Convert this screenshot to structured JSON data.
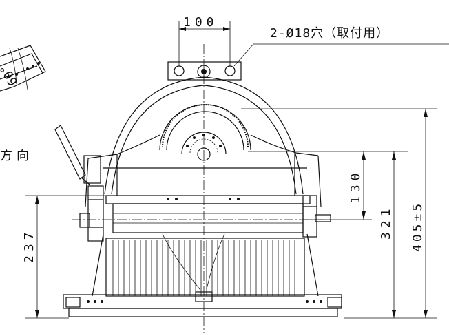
{
  "dimensions": {
    "top_width": "100",
    "holes_note": "2-Ø18穴（取付用）",
    "angle": "60°",
    "direction_label": "方向",
    "dim_130": "130",
    "dim_321": "321",
    "dim_405": "405±5",
    "dim_237": "237"
  }
}
